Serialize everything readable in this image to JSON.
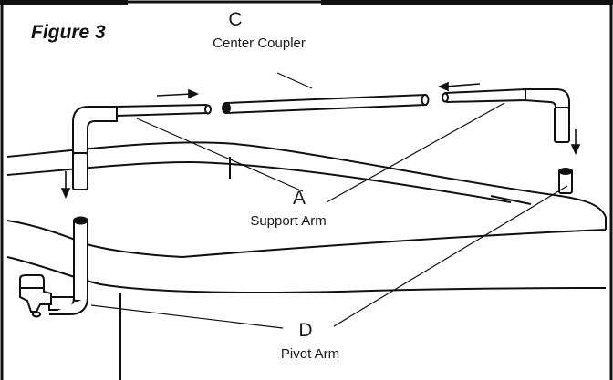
{
  "figure": {
    "title": "Figure 3"
  },
  "labels": {
    "c_letter": "C",
    "c_caption": "Center Coupler",
    "a_letter": "A",
    "a_caption": "Support Arm",
    "d_letter": "D",
    "d_caption": "Pivot Arm"
  }
}
